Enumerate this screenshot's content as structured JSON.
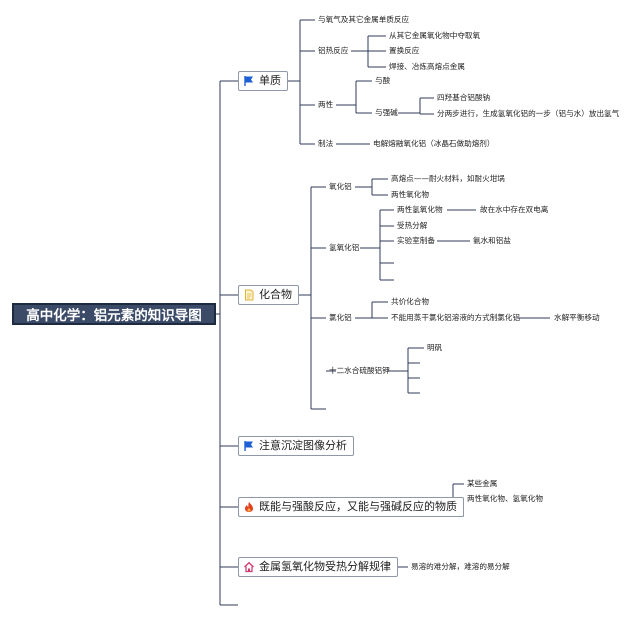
{
  "root": {
    "label": "高中化学：铝元素的知识导图"
  },
  "icons": {
    "flag": "flag-icon",
    "document": "document-icon",
    "fire": "fire-icon",
    "home": "home-icon"
  },
  "colors": {
    "root_fill": "#3a4a67",
    "line": "#2f3b59",
    "flag": "#1f5fd6",
    "document": "#e0b23a",
    "fire": "#e0421d",
    "home": "#d0356b"
  },
  "topics": {
    "elemental": {
      "label": "单质",
      "reactions_oxygen": "与氧气及其它金属单质反应",
      "thermite": {
        "label": "铝热反应",
        "items": [
          "从其它金属氧化物中夺取氧",
          "置换反应",
          "焊接、冶炼高熔点金属"
        ]
      },
      "amphoteric": {
        "label": "两性",
        "acid": "与酸",
        "base": {
          "label": "与强碱",
          "items": [
            "四羟基合铝酸钠",
            "分两步进行，生成氢氧化铝的一步（铝与水）放出氢气"
          ]
        }
      },
      "production": {
        "label": "制法",
        "value": "电解熔融氧化铝（冰晶石做助熔剂）"
      }
    },
    "compounds": {
      "label": "化合物",
      "oxide": {
        "label": "氧化铝",
        "items": [
          "高熔点——耐火材料，如耐火坩埚",
          "两性氧化物"
        ]
      },
      "hydroxide": {
        "label": "氢氧化铝",
        "items": [
          {
            "label": "两性氢氧化物",
            "sub": "故在水中存在双电离"
          },
          {
            "label": "受热分解"
          },
          {
            "label": "实验室制备",
            "sub": "氨水和铝盐"
          }
        ]
      },
      "chloride": {
        "label": "氯化铝",
        "items": [
          {
            "label": "共价化合物"
          },
          {
            "label": "不能用蒸干氯化铝溶液的方式制氯化铝",
            "sub": "水解平衡移动"
          }
        ]
      },
      "alum": {
        "label": "十二水合硫酸铝钾",
        "items": [
          "明矾"
        ]
      }
    },
    "precipitation": {
      "label": "注意沉淀图像分析"
    },
    "dual_reaction": {
      "label": "既能与强酸反应，又能与强碱反应的物质",
      "items": [
        "某些金属",
        "两性氧化物、氢氧化物"
      ]
    },
    "decomposition": {
      "label": "金属氢氧化物受热分解规律",
      "value": "易溶的难分解，难溶的易分解"
    }
  }
}
